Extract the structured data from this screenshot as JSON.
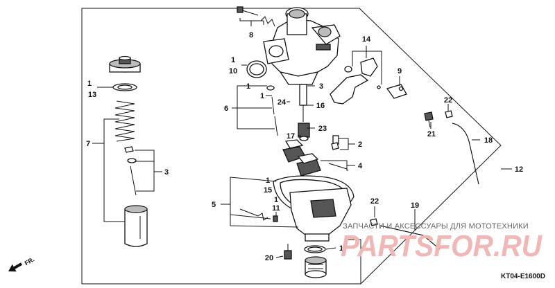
{
  "labels": {
    "l1_13_top": "1",
    "l1_13_bot": "13",
    "l7": "7",
    "l3_left": "3",
    "l8": "8",
    "l1_10_top": "1",
    "l1_10_bot": "10",
    "l3_mid": "3",
    "l1_a": "1",
    "l1_b": "1",
    "l6": "6",
    "l24": "24",
    "l16": "16",
    "l17": "17",
    "l23": "23",
    "l2": "2",
    "l4": "4",
    "l14": "14",
    "l9": "9",
    "l22_top": "22",
    "l21": "21",
    "l18": "18",
    "l12": "12",
    "l1_15_top": "1",
    "l1_15_bot": "15",
    "l5": "5",
    "l1_11_top": "1",
    "l1_11_bot": "11",
    "l22_bot": "22",
    "l19": "19",
    "l1_bottom": "1",
    "l20": "20"
  },
  "watermark": {
    "caption": "ЗАПЧАСТИ И АКСЕССУАРЫ ДЛЯ МОТОТЕХНИКИ",
    "brand": "PARTSFOR.RU"
  },
  "diagram_code": "KT04-E1600D",
  "direction": "FR."
}
